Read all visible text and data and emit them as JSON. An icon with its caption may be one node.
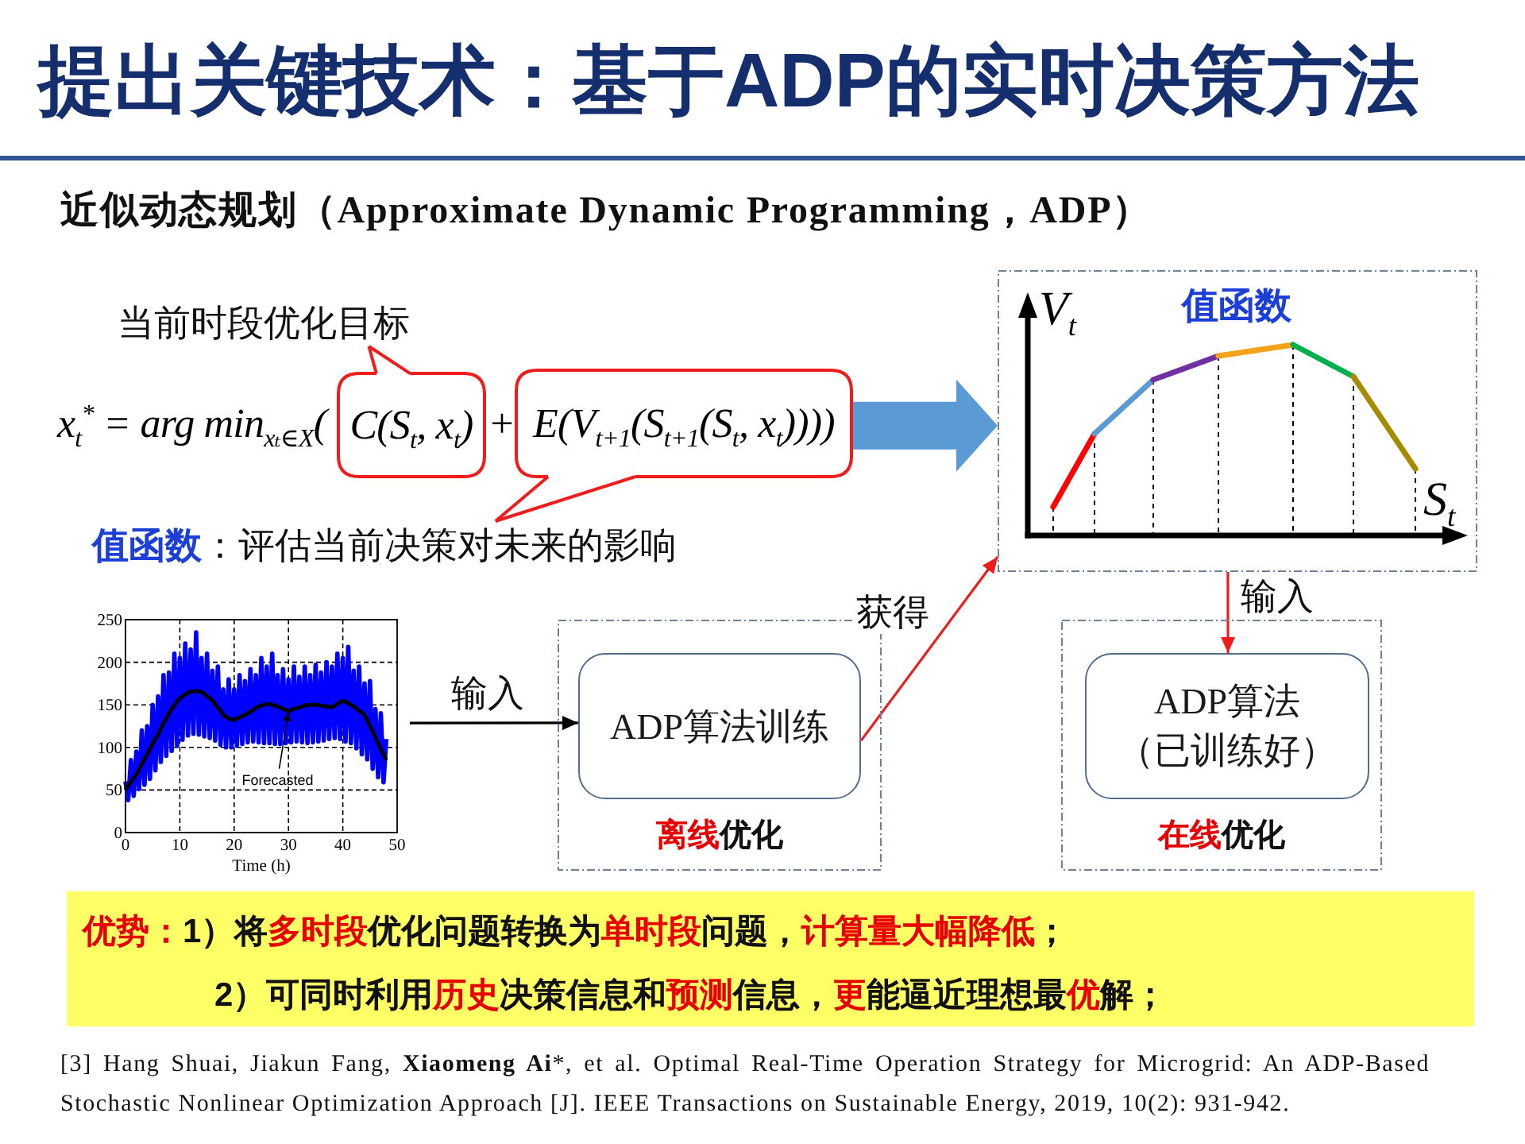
{
  "diagram": {
    "title": "提出关键技术：基于ADP的实时决策方法",
    "nodes": [
      {
        "text": [
          "当前时段优化目标"
        ]
      },
      {
        "text": [
          "C(S$_{t}$, x$_{t}$)"
        ]
      },
      {
        "text": [
          "E(V$_{t+1}$(S$_{t+1}$(S$_{t}$, x$_{t}$))))"
        ]
      },
      {
        "text": [
          "**值函数**：评估当前决策对未来的影响"
        ]
      },
      {
        "text": [
          "V$_{t}$",
          "值函数",
          "S$_{t}$"
        ]
      },
      {
        "text": [],
        "shape": "picture"
      },
      {
        "text": [
          "**离线**优化"
        ]
      },
      {
        "text": [
          "ADP算法训练"
        ],
        "in": 6
      },
      {
        "text": [
          "**在线**优化"
        ]
      },
      {
        "text": [
          "ADP算法（已训练好）"
        ],
        "in": 8
      },
      {
        "text": [
          "**优势：**1）将**多时段**优化问题转换为**单时段**问题，**计算量大幅降低**；",
          "2）可同时利用**历史**决策信息和**预测**信息，**更**能逼近理想最**优**解；"
        ]
      }
    ],
    "edges": [
      {
        "from": 0,
        "to": 1,
        "arrow": "none",
        "color": "#ee1c1c"
      },
      {
        "from": 3,
        "to": 2,
        "arrow": "none",
        "color": "#ee1c1c"
      },
      {
        "from": 2,
        "to": 4,
        "arrow": "to",
        "style": "thick",
        "color": "#5b9bd5"
      },
      {
        "from": 5,
        "to": 7,
        "arrow": "to",
        "label": "输入",
        "color": "#000000"
      },
      {
        "from": 7,
        "to": 4,
        "arrow": "to",
        "label": "获得",
        "color": "#ee1c1c"
      },
      {
        "from": 4,
        "to": 9,
        "arrow": "to",
        "label": "输入",
        "color": "#ee1c1c"
      }
    ],
    "labels": [
      "近似动态规划（Approximate Dynamic Programming，ADP）",
      "x$_{t}$$^{*}$ = arg min$_{xₜ∈X}$(",
      "+",
      "[3] Hang Shuai, Jiakun Fang, **Xiaomeng Ai***, et al. Optimal Real-Time Operation Strategy for Microgrid: An ADP-Based Stochastic Nonlinear Optimization Approach [J]. IEEE Transactions on Sustainable Energy, 2019, 10(2): 931-942."
    ],
    "chart_data": {
      "type": "line",
      "xlabel": "Time (h)",
      "x": [
        0,
        0.5,
        1,
        1.5,
        2,
        2.5,
        3,
        3.5,
        4,
        4.5,
        5,
        5.5,
        6,
        6.5,
        7,
        7.5,
        8,
        8.5,
        9,
        9.5,
        10,
        10.5,
        11,
        11.5,
        12,
        12.5,
        13,
        13.5,
        14,
        14.5,
        15,
        15.5,
        16,
        16.5,
        17,
        17.5,
        18,
        18.5,
        19,
        19.5,
        20,
        20.5,
        21,
        21.5,
        22,
        22.5,
        23,
        23.5,
        24,
        24.5,
        25,
        25.5,
        26,
        26.5,
        27,
        27.5,
        28,
        28.5,
        29,
        29.5,
        30,
        30.5,
        31,
        31.5,
        32,
        32.5,
        33,
        33.5,
        34,
        34.5,
        35,
        35.5,
        36,
        36.5,
        37,
        37.5,
        38,
        38.5,
        39,
        39.5,
        40,
        40.5,
        41,
        41.5,
        42,
        42.5,
        43,
        43.5,
        44,
        44.5,
        45,
        45.5,
        46,
        46.5,
        47,
        47.5,
        48
      ],
      "series": [
        {
          "color": "#0000ff",
          "values": [
            60,
            38,
            85,
            43,
            95,
            51,
            120,
            56,
            125,
            63,
            150,
            73,
            160,
            83,
            185,
            90,
            188,
            96,
            210,
            102,
            205,
            109,
            222,
            114,
            215,
            116,
            235,
            115,
            205,
            113,
            210,
            111,
            190,
            108,
            195,
            103,
            168,
            100,
            180,
            100,
            168,
            102,
            185,
            104,
            178,
            106,
            192,
            107,
            185,
            106,
            205,
            105,
            195,
            105,
            210,
            104,
            185,
            104,
            192,
            105,
            180,
            106,
            195,
            107,
            183,
            106,
            195,
            105,
            185,
            106,
            197,
            107,
            188,
            108,
            200,
            110,
            195,
            111,
            210,
            110,
            205,
            107,
            218,
            105,
            190,
            99,
            195,
            92,
            175,
            86,
            178,
            75,
            145,
            65,
            140,
            59,
            110
          ]
        },
        {
          "color": "#000000",
          "values": [
            50,
            55,
            59,
            64,
            68,
            74,
            80,
            86,
            92,
            98,
            104,
            110,
            115,
            122,
            128,
            134,
            140,
            145,
            149,
            154,
            158,
            160,
            162,
            164,
            166,
            166,
            166,
            166,
            165,
            163,
            160,
            158,
            155,
            151,
            147,
            143,
            138,
            136,
            134,
            133,
            132,
            134,
            135,
            137,
            138,
            140,
            142,
            144,
            146,
            148,
            149,
            150,
            151,
            151,
            150,
            149,
            148,
            147,
            145,
            144,
            142,
            144,
            145,
            146,
            147,
            148,
            149,
            150,
            150,
            150,
            150,
            150,
            149,
            149,
            148,
            148,
            147,
            149,
            151,
            153,
            155,
            154,
            152,
            150,
            148,
            146,
            143,
            141,
            138,
            132,
            125,
            119,
            112,
            105,
            98,
            92,
            85
          ]
        }
      ],
      "xlim": [
        0,
        50
      ],
      "ylim": [
        0,
        250
      ],
      "xticks": [
        0,
        10,
        20,
        30,
        40,
        50
      ],
      "yticks": [
        0,
        50,
        100,
        150,
        200,
        250
      ],
      "grid": true,
      "annotations": [
        {
          "text": "Forecasted",
          "x": 30,
          "y": 142
        }
      ]
    }
  }
}
